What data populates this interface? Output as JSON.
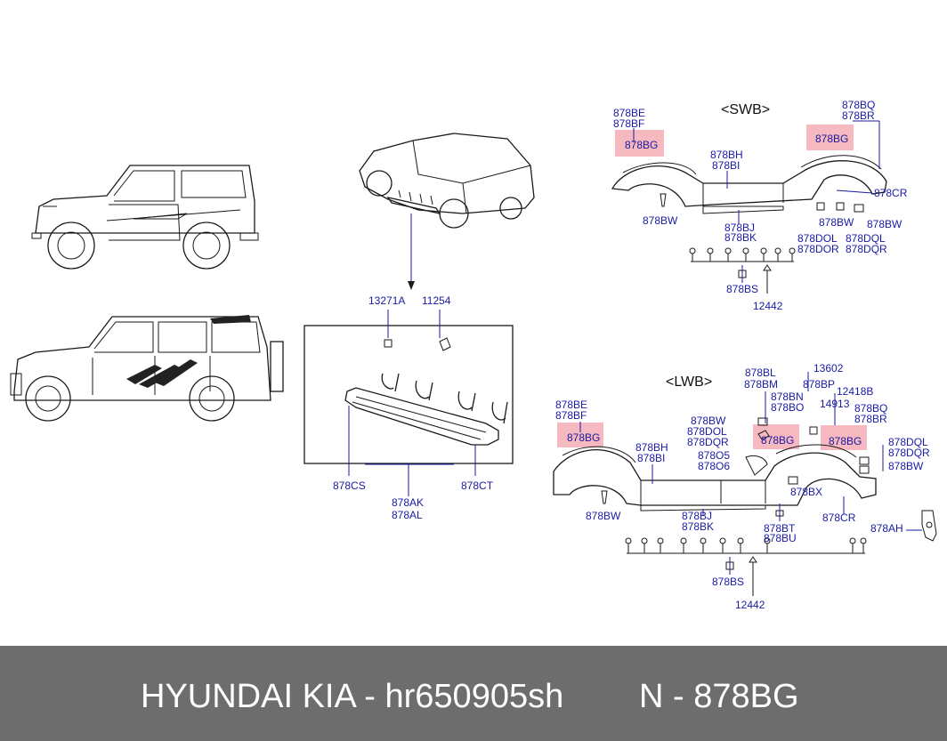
{
  "footer": {
    "part_source": "HYUNDAI KIA - hr650905sh",
    "part_ref": "N - 878BG"
  },
  "highlight_color": "#f08a95",
  "swb": {
    "title": "<SWB>",
    "labels": [
      "878BE",
      "878BF",
      "878BG",
      "878BH",
      "878BI",
      "878BQ",
      "878BR",
      "878BG",
      "878CR",
      "878BW",
      "878BW",
      "878BW",
      "878BJ",
      "878BK",
      "878DOL",
      "878DOR",
      "878DQL",
      "878DQR",
      "878BS",
      "12442"
    ]
  },
  "lwb": {
    "title": "<LWB>",
    "labels": [
      "878BE",
      "878BF",
      "878BG",
      "878BH",
      "878BI",
      "878BL",
      "878BM",
      "13602",
      "878BN",
      "878BO",
      "878BP",
      "12418B",
      "14913",
      "878BQ",
      "878BR",
      "878BW",
      "878DOL",
      "878DQR",
      "878BG",
      "878BG",
      "878DQL",
      "878DQR",
      "878BW",
      "878O5",
      "878O6",
      "878BX",
      "878CR",
      "878AH",
      "878BW",
      "878BJ",
      "878BK",
      "878BT",
      "878BU",
      "878BS",
      "12442"
    ]
  },
  "step": {
    "labels": [
      "13271A",
      "11254",
      "878CS",
      "878AK",
      "878AL",
      "878CT"
    ]
  }
}
